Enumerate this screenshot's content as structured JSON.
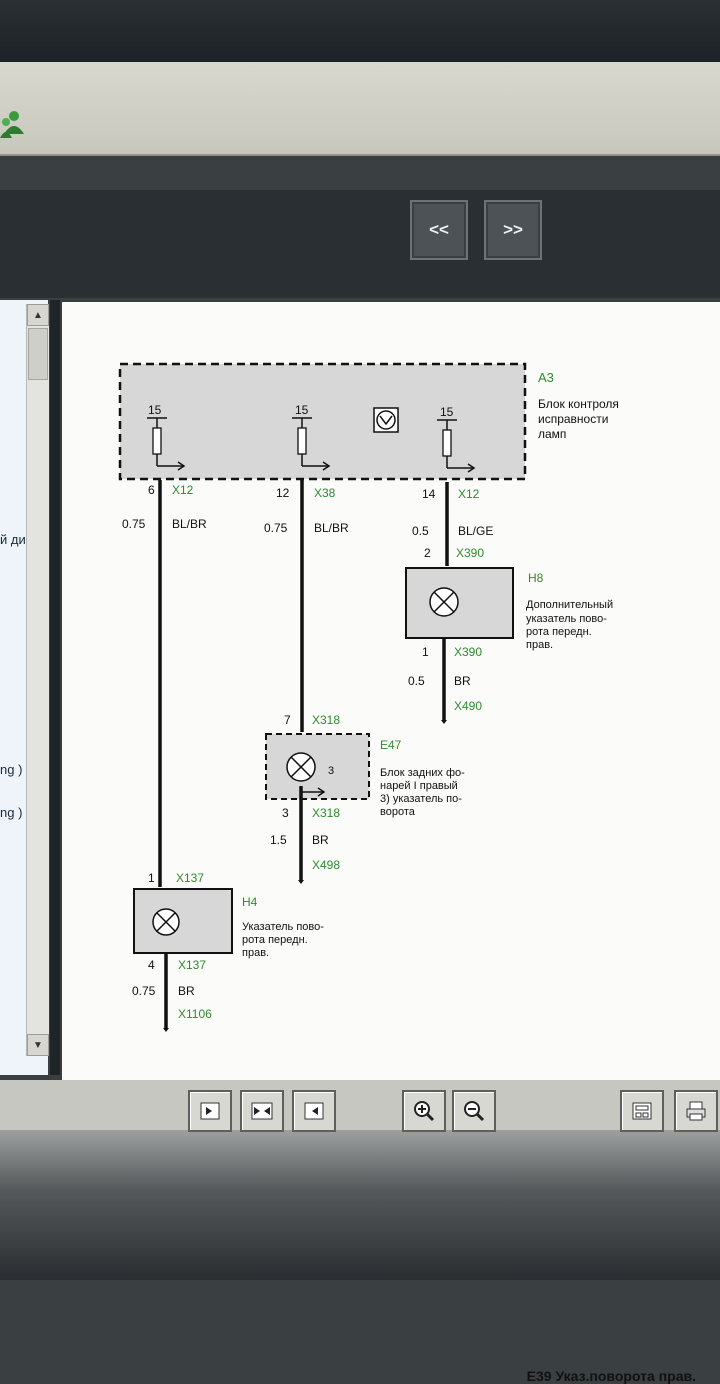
{
  "navigation": {
    "prev_label": "<<",
    "next_label": ">>"
  },
  "left_panel": {
    "fragments": [
      "й ди",
      "ng ) на",
      "ng ) на"
    ]
  },
  "diagram": {
    "caption": "E39 Указ.поворота прав.",
    "module": {
      "id": "A3",
      "name_line1": "Блок контроля",
      "name_line2": "исправности",
      "name_line3": "ламп",
      "fuses": [
        "15",
        "15",
        "15"
      ]
    },
    "wires": [
      {
        "pin": "6",
        "connector": "X12",
        "gauge": "0.75",
        "color": "BL/BR"
      },
      {
        "pin": "12",
        "connector": "X38",
        "gauge": "0.75",
        "color": "BL/BR"
      },
      {
        "pin": "14",
        "connector": "X12",
        "gauge": "0.5",
        "color": "BL/GE"
      }
    ],
    "h8": {
      "id": "H8",
      "pin_top": "2",
      "conn_top": "X390",
      "desc_line1": "Дополнительный",
      "desc_line2": "указатель пово-",
      "desc_line3": "рота передн.",
      "desc_line4": "прав.",
      "pin_bottom": "1",
      "conn_bottom": "X390",
      "gauge": "0.5",
      "color": "BR",
      "ground": "X490"
    },
    "e47": {
      "id": "E47",
      "pin_top": "7",
      "conn_top": "X318",
      "inner_pin": "3",
      "desc_line1": "Блок задних фо-",
      "desc_line2": "нарей I правый",
      "desc_line3": "3) указатель по-",
      "desc_line4": "ворота",
      "pin_bottom": "3",
      "conn_bottom": "X318",
      "gauge": "1.5",
      "color": "BR",
      "ground": "X498"
    },
    "h4": {
      "id": "H4",
      "pin_top": "1",
      "conn_top": "X137",
      "desc_line1": "Указатель пово-",
      "desc_line2": "рота передн.",
      "desc_line3": "прав.",
      "pin_bottom": "4",
      "conn_bottom": "X137",
      "gauge": "0.75",
      "color": "BR",
      "ground": "X1106"
    }
  },
  "bottom_toolbar": {
    "icons": [
      "page-first-icon",
      "page-split-icon",
      "page-last-icon",
      "zoom-in-icon",
      "zoom-out-icon",
      "layout-icon",
      "print-icon"
    ]
  },
  "colors": {
    "connector_green": "#2e8b2e",
    "background": "#fbfbf9"
  }
}
